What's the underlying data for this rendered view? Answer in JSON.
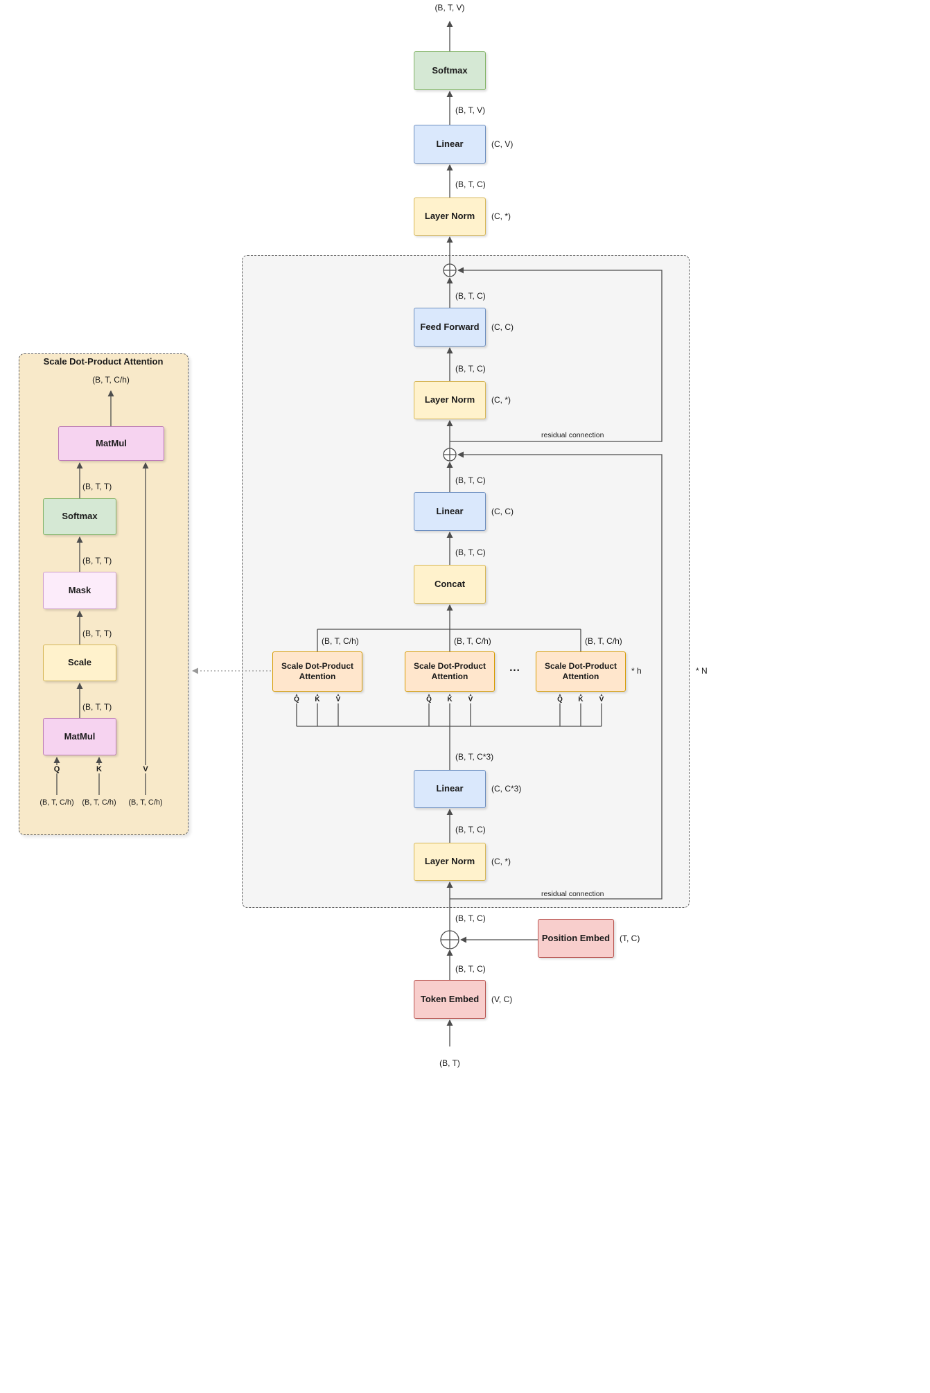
{
  "dims": {
    "bt": "(B, T)",
    "btc": "(B, T, C)",
    "btv": "(B, T, V)",
    "btc3": "(B, T, C*3)",
    "btch": "(B, T, C/h)",
    "btt": "(B, T, T)"
  },
  "weights": {
    "vc": "(V, C)",
    "tc": "(T, C)",
    "cstar": "(C, *)",
    "cc3": "(C, C*3)",
    "cc": "(C, C)",
    "cv": "(C, V)"
  },
  "boxes": {
    "softmax": "Softmax",
    "linear": "Linear",
    "layer_norm": "Layer Norm",
    "feed_forward": "Feed Forward",
    "concat": "Concat",
    "attention": "Scale Dot-Product Attention",
    "token_embed": "Token Embed",
    "position_embed": "Position Embed",
    "matmul": "MatMul",
    "mask": "Mask",
    "scale": "Scale"
  },
  "labels": {
    "detail_title": "Scale Dot-Product Attention",
    "residual": "residual connection",
    "ellipsis": "...",
    "per_head": "* h",
    "per_layer": "* N",
    "q": "Q",
    "k": "K",
    "v": "V"
  },
  "colors": {
    "softmax_green": "#d5e8d4",
    "linear_blue": "#dae8fc",
    "norm_yellow": "#fff2cc",
    "embed_red": "#f8cecc",
    "attention_orange": "#ffe6cc",
    "matmul_pink": "#f6d3f0",
    "mask_pink": "#fcecfa",
    "block_bg": "#f5f5f5",
    "detail_bg": "#f8e9c9",
    "wire": "#4d4d4d"
  }
}
